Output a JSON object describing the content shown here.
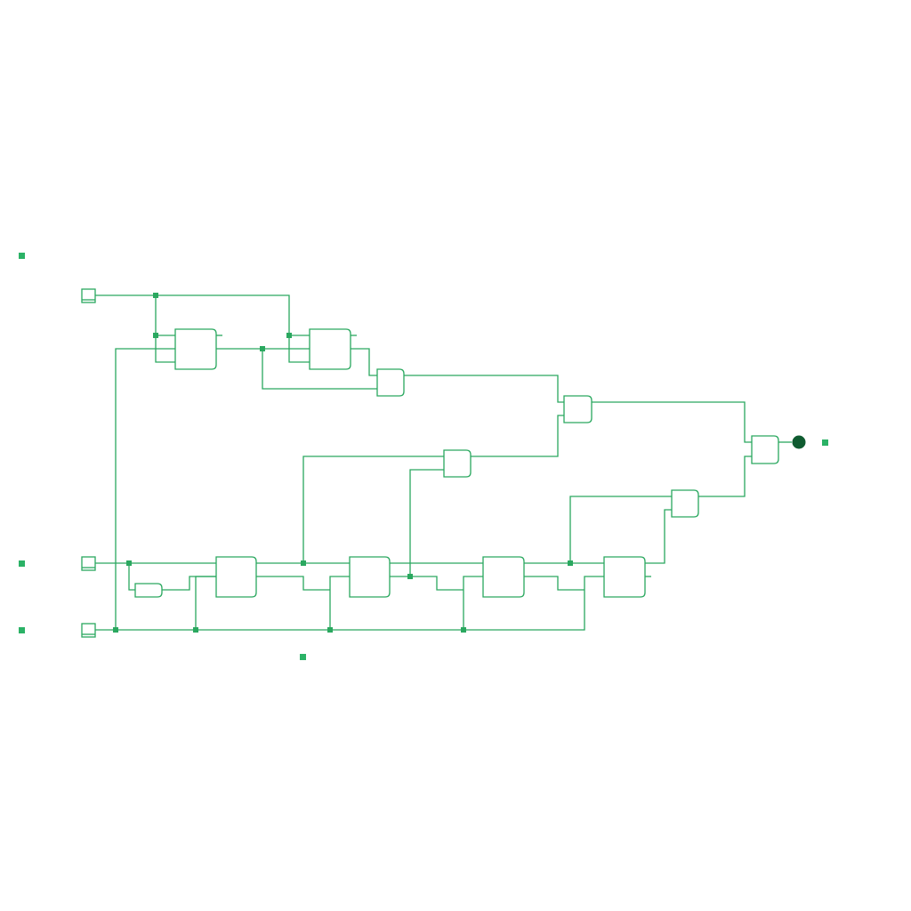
{
  "colors": {
    "wire": "#2aa85f",
    "marker": "#2bb266",
    "output_led": "#0f5b30",
    "background": "#ffffff"
  },
  "inputs": [
    {
      "id": "input-pin-top"
    },
    {
      "id": "input-pin-middle"
    },
    {
      "id": "input-pin-bottom"
    }
  ],
  "components": {
    "flip_flops": 6,
    "and_gates": 6,
    "output_led": 1
  },
  "label_markers": 5
}
